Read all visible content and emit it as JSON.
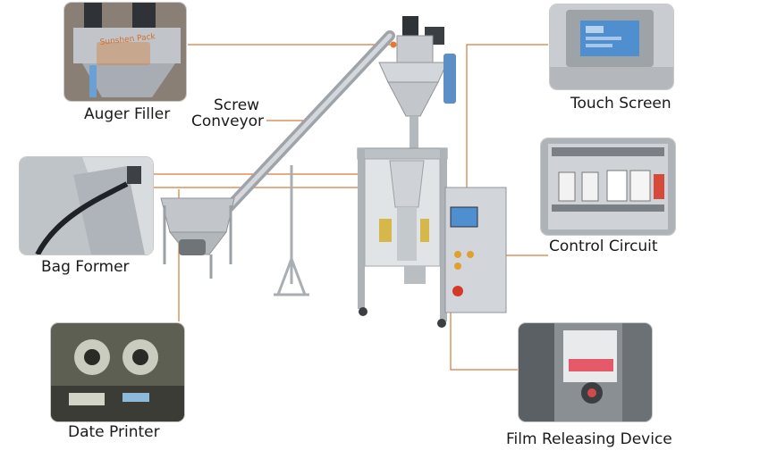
{
  "callouts": {
    "auger_filler": "Auger Filler",
    "screw_conveyor_line1": "Screw",
    "screw_conveyor_line2": "Conveyor",
    "touch_screen": "Touch Screen",
    "bag_former": "Bag Former",
    "control_circuit": "Control Circuit",
    "date_printer": "Date Printer",
    "film_releasing_device": "Film Releasing Device"
  },
  "brand_mark": "Sunshen Pack",
  "colors": {
    "leader_line": "#d67a3a",
    "leader_dot": "#e6782f",
    "steel": "#b7bcc2",
    "panel_screen": "#4f8fd0"
  }
}
